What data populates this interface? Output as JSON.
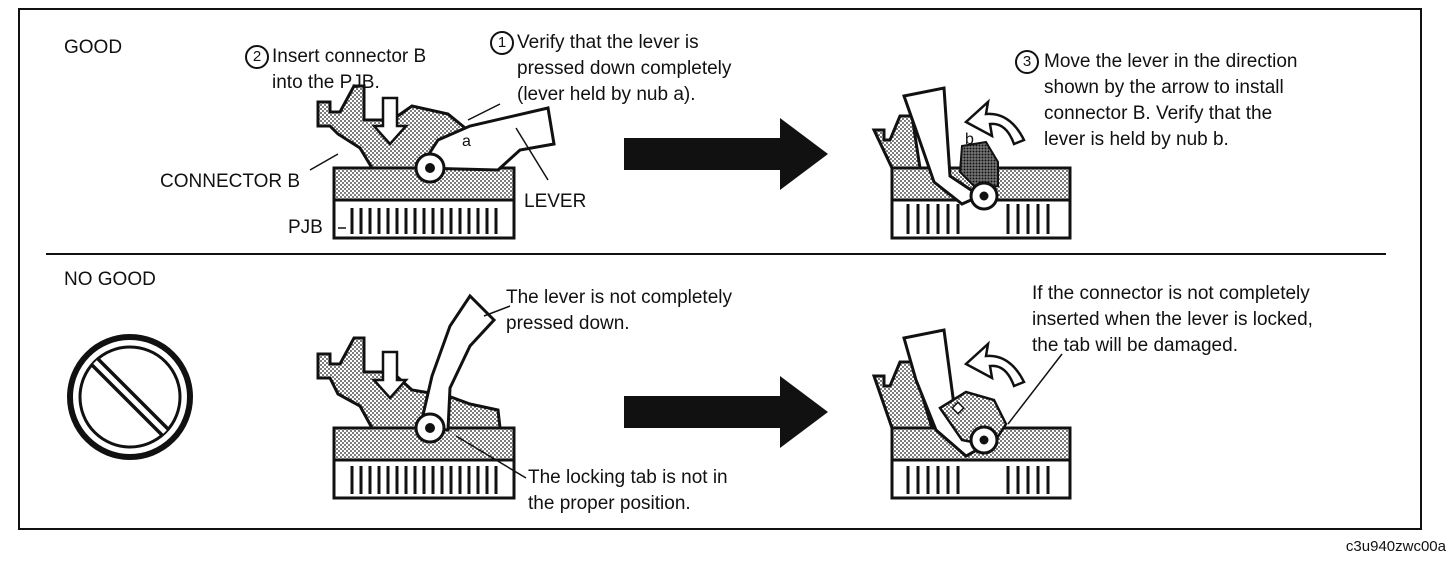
{
  "good": {
    "header": "GOOD",
    "step1": [
      "Verify that the lever is",
      "pressed down completely",
      "(lever held by nub a)."
    ],
    "step2": [
      "Insert connector B",
      "into the PJB."
    ],
    "step3": [
      "Move the lever in the direction",
      "shown by the arrow to install",
      "connector B. Verify that the",
      "lever is held by nub b."
    ],
    "step1_num": "1",
    "step2_num": "2",
    "step3_num": "3",
    "label_connector": "CONNECTOR B",
    "label_pjb": "PJB",
    "label_lever": "LEVER",
    "label_a": "a",
    "label_b": "b"
  },
  "nogood": {
    "header": "NO GOOD",
    "note_lever": [
      "The lever is not completely",
      "pressed down."
    ],
    "note_tab": [
      "The locking tab is not in",
      "the proper position."
    ],
    "note_damage": [
      "If the connector is not completely",
      "inserted when the lever is locked,",
      "the tab will be damaged."
    ],
    "icon": "prohibited-icon"
  },
  "figure_id": "c3u940zwc00a"
}
